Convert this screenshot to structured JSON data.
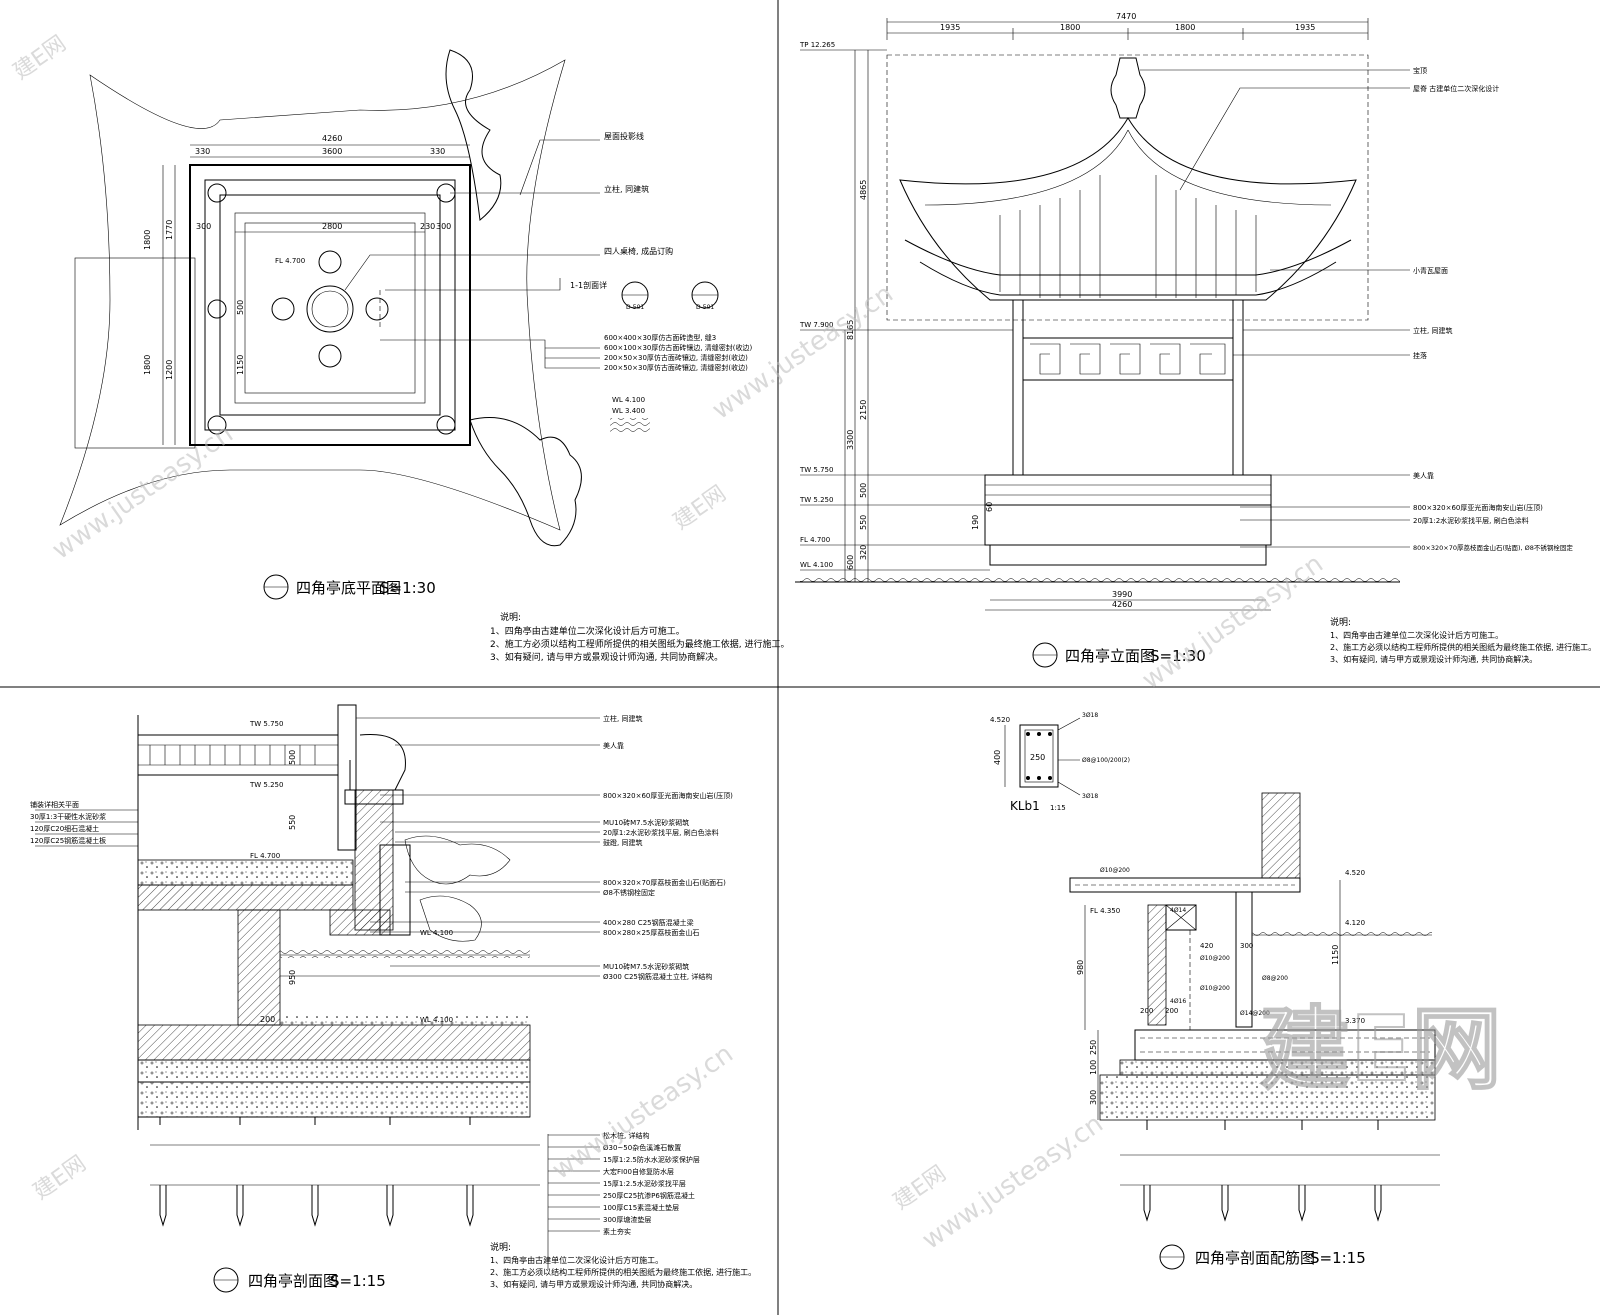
{
  "panels": {
    "plan": {
      "title": "四角亭底平面图",
      "scale": "S=1:30",
      "dims": [
        "4260",
        "330",
        "3600",
        "2800",
        "1800",
        "1800",
        "1770",
        "1150",
        "500",
        "1200",
        "330",
        "300",
        "300",
        "230"
      ],
      "levels": [
        "FL 4.700",
        "WL 4.100",
        "WL 3.400"
      ],
      "callouts": [
        "屋面投影线",
        "立柱, 同建筑",
        "四人桌椅, 成品订购",
        "1-1剖面详",
        "600×400×30厚仿古面砖造型, 缝3",
        "600×100×30厚仿古面砖镶边, 清缝密封(收边)",
        "200×50×30厚仿古面砖镶边, 清缝密封(收边)",
        "200×50×30厚仿古面砖镶边, 清缝密封(收边)"
      ],
      "section_mark": "D-501",
      "notes_title": "说明:",
      "notes": [
        "1、四角亭由古建单位二次深化设计后方可施工。",
        "2、施工方必须以结构工程师所提供的相关图纸为最终施工依据, 进行施工。",
        "3、如有疑问, 请与甲方或景观设计师沟通, 共同协商解决。"
      ]
    },
    "elevation": {
      "title": "四角亭立面图",
      "scale": "S=1:30",
      "dims_top": [
        "7470",
        "1935",
        "1800",
        "1800",
        "1935"
      ],
      "dims_left": [
        "4865",
        "8165",
        "2150",
        "3300",
        "500",
        "550",
        "320",
        "600",
        "190",
        "60"
      ],
      "dims_bottom": [
        "3990",
        "4260"
      ],
      "levels": [
        "TP 12.265",
        "TW 7.900",
        "TW 5.750",
        "TW 5.250",
        "FL 4.700",
        "WL 4.100"
      ],
      "callouts": [
        "宝顶",
        "屋脊 古建单位二次深化设计",
        "小青瓦屋面",
        "立柱, 同建筑",
        "挂落",
        "美人靠",
        "800×320×60厚亚光面海南安山岩(压顶)",
        "20厚1:2水泥砂浆找平层, 刷白色涂料",
        "800×320×70厚荔枝面金山石(贴面), Ø8不锈钢栓固定"
      ],
      "notes_title": "说明:",
      "notes": [
        "1、四角亭由古建单位二次深化设计后方可施工。",
        "2、施工方必须以结构工程师所提供的相关图纸为最终施工依据, 进行施工。",
        "3、如有疑问, 请与甲方或景观设计师沟通, 共同协商解决。"
      ]
    },
    "section": {
      "title": "四角亭剖面图",
      "scale": "S=1:15",
      "levels": [
        "TW 5.750",
        "TW 5.250",
        "FL 4.700",
        "WL 4.100",
        "WL 4.100"
      ],
      "dims": [
        "500",
        "550",
        "950",
        "200"
      ],
      "left_callouts": [
        "铺装详相关平面",
        "30厚1:3干硬性水泥砂浆",
        "120厚C20细石混凝土",
        "120厚C25钢筋混凝土板"
      ],
      "right_callouts": [
        "立柱, 同建筑",
        "美人靠",
        "800×320×60厚亚光面海南安山岩(压顶)",
        "MU10砖M7.5水泥砂浆砌筑",
        "20厚1:2水泥砂浆找平层, 刷白色涂料",
        "鼓蹬, 同建筑",
        "800×320×70厚荔枝面金山石(贴面石)",
        "Ø8不锈钢栓固定",
        "400×280 C25钢筋混凝土梁",
        "800×280×25厚荔枝面金山石",
        "MU10砖M7.5水泥砂浆砌筑",
        "Ø300 C25钢筋混凝土立柱, 详结构"
      ],
      "bottom_callouts": [
        "松木桩, 详结构",
        "Ø30~50杂色溪滩石散置",
        "15厚1:2.5防水水泥砂浆保护层",
        "大宏FI00自修复防水层",
        "15厚1:2.5水泥砂浆找平层",
        "250厚C25抗渗P6钢筋混凝土",
        "100厚C15素混凝土垫层",
        "300厚塘渣垫层",
        "素土夯实"
      ],
      "notes_title": "说明:",
      "notes": [
        "1、四角亭由古建单位二次深化设计后方可施工。",
        "2、施工方必须以结构工程师所提供的相关图纸为最终施工依据, 进行施工。",
        "3、如有疑问, 请与甲方或景观设计师沟通, 共同协商解决。"
      ]
    },
    "rebar": {
      "title": "四角亭剖面配筋图",
      "scale": "S=1:15",
      "beam_label": "KLb1",
      "beam_scale": "1:15",
      "beam_dims": [
        "250",
        "400"
      ],
      "beam_level": "4.520",
      "beam_bars": [
        "3Ø18",
        "Ø8@100/200(2)",
        "3Ø18"
      ],
      "levels": [
        "4.520",
        "FL 4.350",
        "4.120",
        "3.370"
      ],
      "dims": [
        "980",
        "1150",
        "250",
        "100",
        "300",
        "420",
        "300",
        "200",
        "200"
      ],
      "bars": [
        "Ø10@200",
        "4Ø14",
        "Ø10@200",
        "Ø8@200",
        "4Ø16",
        "Ø14@200",
        "Ø10@200"
      ]
    }
  },
  "watermark": {
    "site": "www.justeasy.cn",
    "logo": "建E网"
  },
  "colors": {
    "ink": "#000000",
    "watermark": "#bdbdbd"
  }
}
